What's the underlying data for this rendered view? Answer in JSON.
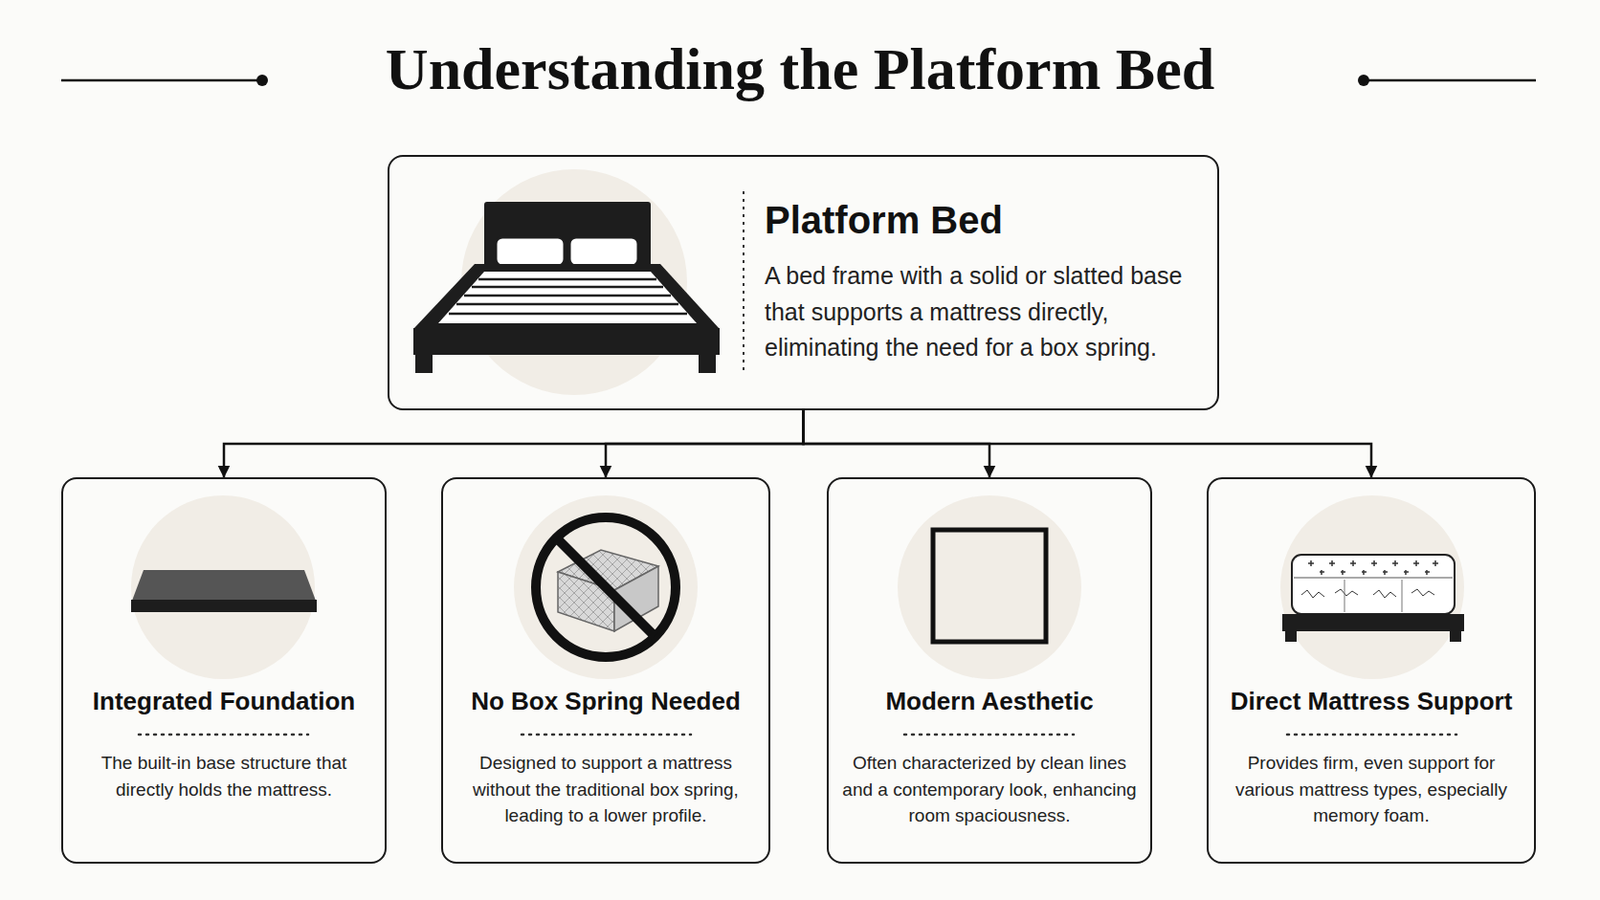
{
  "diagram": {
    "title": "Understanding the Platform Bed",
    "nodes": [
      {
        "text": [
          "Platform Bed",
          "A bed frame with a solid or slatted base that supports a mattress directly, eliminating the need for a box spring."
        ]
      },
      {
        "text": [
          "Integrated Foundation",
          "The built-in base structure that directly holds the mattress."
        ]
      },
      {
        "text": [
          "No Box Spring Needed",
          "Designed to support a mattress without the traditional box spring, leading to a lower profile."
        ]
      },
      {
        "text": [
          "Modern Aesthetic",
          "Often characterized by clean lines and a contemporary look, enhancing room spaciousness."
        ]
      },
      {
        "text": [
          "Direct Mattress Support",
          "Provides firm, even support for various mattress types, especially memory foam."
        ]
      }
    ],
    "edges": [
      {
        "from": 0,
        "to": 1,
        "arrow": "to"
      },
      {
        "from": 0,
        "to": 2,
        "arrow": "to"
      },
      {
        "from": 0,
        "to": 3,
        "arrow": "to"
      },
      {
        "from": 0,
        "to": 4,
        "arrow": "to"
      }
    ]
  }
}
